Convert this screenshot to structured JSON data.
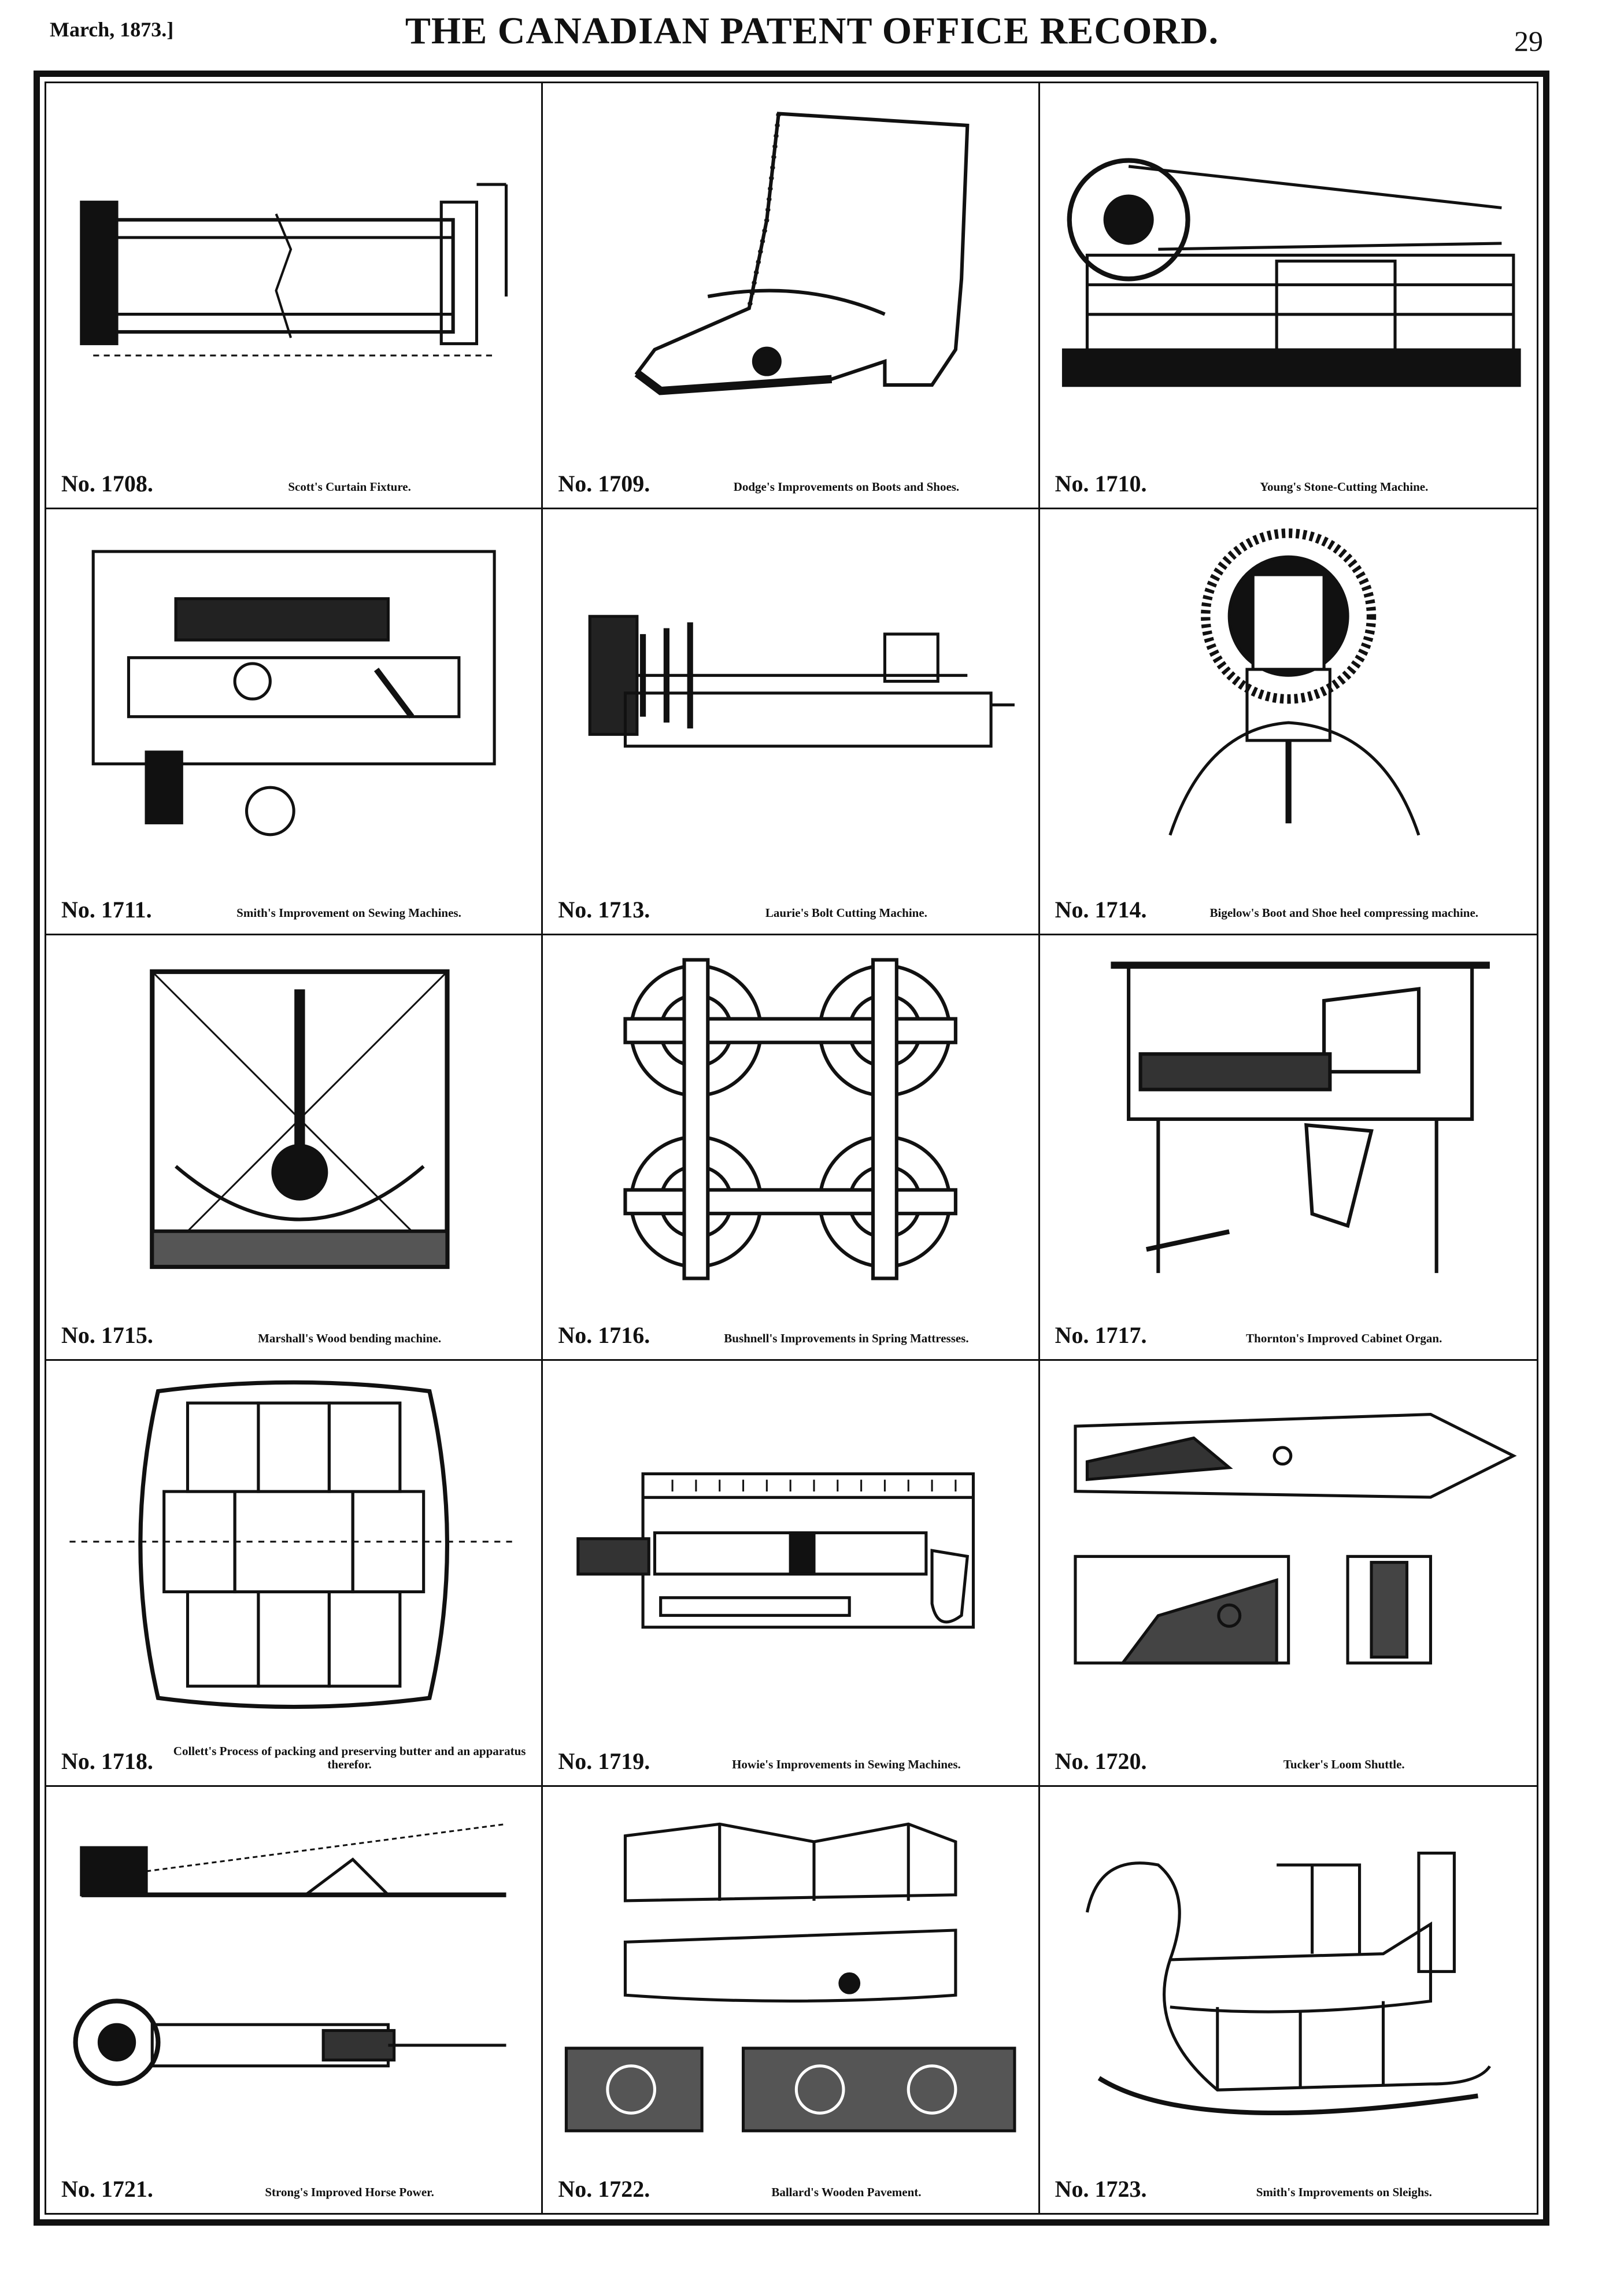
{
  "header": {
    "date": "March, 1873.]",
    "title": "THE CANADIAN PATENT OFFICE RECORD.",
    "page_number": "29"
  },
  "cells": [
    {
      "number": "No. 1708.",
      "description": "Scott's Curtain Fixture.",
      "icon": "curtain-roller-drawing"
    },
    {
      "number": "No. 1709.",
      "description": "Dodge's Improvements on Boots and Shoes.",
      "icon": "boot-drawing"
    },
    {
      "number": "No. 1710.",
      "description": "Young's Stone-Cutting Machine.",
      "icon": "stone-cutter-drawing"
    },
    {
      "number": "No. 1711.",
      "description": "Smith's Improvement on Sewing Machines.",
      "icon": "sewing-machine-drawing"
    },
    {
      "number": "No. 1713.",
      "description": "Laurie's Bolt Cutting Machine.",
      "icon": "bolt-cutter-drawing"
    },
    {
      "number": "No. 1714.",
      "description": "Bigelow's Boot and Shoe heel compressing machine.",
      "icon": "heel-compressor-drawing"
    },
    {
      "number": "No. 1715.",
      "description": "Marshall's Wood bending machine.",
      "icon": "wood-bender-drawing"
    },
    {
      "number": "No. 1716.",
      "description": "Bushnell's Improvements in Spring Mattresses.",
      "icon": "spring-mattress-drawing"
    },
    {
      "number": "No. 1717.",
      "description": "Thornton's Improved Cabinet Organ.",
      "icon": "cabinet-organ-drawing"
    },
    {
      "number": "No. 1718.",
      "description": "Collett's Process of packing and preserving butter and an apparatus therefor.",
      "icon": "butter-package-drawing"
    },
    {
      "number": "No. 1719.",
      "description": "Howie's Improvements in Sewing Machines.",
      "icon": "sewing-attachment-drawing"
    },
    {
      "number": "No. 1720.",
      "description": "Tucker's Loom Shuttle.",
      "icon": "loom-shuttle-drawing"
    },
    {
      "number": "No. 1721.",
      "description": "Strong's Improved Horse Power.",
      "icon": "horse-power-drawing"
    },
    {
      "number": "No. 1722.",
      "description": "Ballard's Wooden Pavement.",
      "icon": "wooden-pavement-drawing"
    },
    {
      "number": "No. 1723.",
      "description": "Smith's Improvements on Sleighs.",
      "icon": "sleigh-drawing"
    }
  ]
}
